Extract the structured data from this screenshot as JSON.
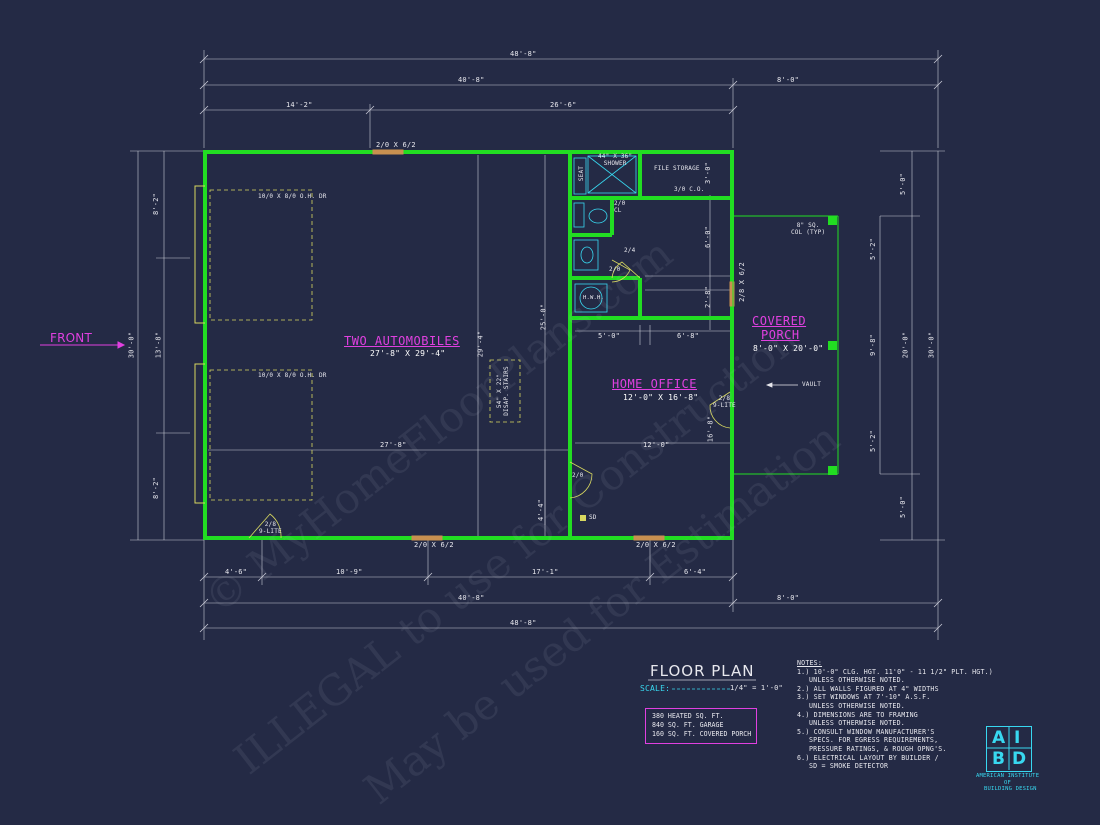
{
  "drawing": {
    "title": "FLOOR PLAN",
    "scale_label": "SCALE:",
    "scale_value": "1/4\" = 1'-0\"",
    "front_label": "FRONT"
  },
  "dims": {
    "top_overall": "48'-8\"",
    "top_main": "40'-8\"",
    "top_porch": "8'-0\"",
    "top_left": "14'-2\"",
    "top_right": "26'-6\"",
    "bot_a": "4'-6\"",
    "bot_b": "10'-9\"",
    "bot_c": "17'-1\"",
    "bot_d": "6'-4\"",
    "bot_main": "40'-8\"",
    "bot_porch": "8'-0\"",
    "bot_overall": "48'-8\"",
    "left_overall": "30'-0\"",
    "left_top": "8'-2\"",
    "left_mid": "13'-8\"",
    "left_bot": "8'-2\"",
    "right_overall": "30'-0\"",
    "right_mid": "20'-0\"",
    "right_top": "5'-0\"",
    "right_bot": "5'-0\"",
    "porch_a": "5'-2\"",
    "porch_b": "9'-8\"",
    "porch_c": "5'-2\"",
    "garage_width": "27'-8\"",
    "garage_depth_a": "29'-4\"",
    "garage_depth_b": "25'-0\"",
    "garage_low": "4'-4\"",
    "office_a": "5'-0\"",
    "office_b": "6'-8\"",
    "office_c": "12'-0\"",
    "office_v1": "6'-0\"",
    "office_v2": "2'-8\"",
    "office_v3": "16'-8\"",
    "storage_v": "3'-0\""
  },
  "labels": {
    "door_top": "2/0 X 6/2",
    "door_bot1": "2/0 X 6/2",
    "door_bot2": "2/0 X 6/2",
    "door_side": "2/8 X 6/2",
    "oh_door1": "10/0 X 8/0 O.H. DR",
    "oh_door2": "10/0 X 8/0 O.H. DR",
    "garage_door_lite": "2/8\n9-LITE",
    "office_door_lite": "2/8\n9-LITE",
    "shower": "44\" X 36\"\nSHOWER",
    "seat": "SEAT",
    "file_storage": "FILE STORAGE",
    "co": "3/0 C.O.",
    "cl_door": "2/0\nCL",
    "door_24": "2/4",
    "door_20a": "2/0",
    "door_20b": "2/0",
    "hwh": "H.W.H.",
    "col": "8\" SQ.\nCOL (TYP)",
    "vault": "VAULT",
    "stairs": "54\" X 22\"\nDISAP. STAIRS",
    "sd": "SD"
  },
  "rooms": {
    "garage": {
      "name": "TWO AUTOMOBILES",
      "size": "27'-8\" X 29'-4\""
    },
    "office": {
      "name": "HOME OFFICE",
      "size": "12'-0\" X 16'-8\""
    },
    "porch": {
      "name_1": "COVERED",
      "name_2": "PORCH",
      "size": "8'-0\" X 20'-0\""
    }
  },
  "area_box": [
    "380 HEATED SQ. FT.",
    "840 SQ. FT. GARAGE",
    "160 SQ. FT. COVERED PORCH"
  ],
  "notes_title": "NOTES:",
  "notes": [
    "1.) 10'-0\" CLG. HGT. 11'0\" - 11 1/2\" PLT. HGT.)",
    "UNLESS OTHERWISE NOTED.",
    "2.) ALL WALLS FIGURED AT 4\" WIDTHS",
    "3.) SET WINDOWS AT 7'-10\" A.S.F.",
    "UNLESS OTHERWISE NOTED.",
    "4.) DIMENSIONS ARE TO FRAMING",
    "UNLESS OTHERWISE NOTED.",
    "5.) CONSULT WINDOW MANUFACTURER'S",
    "SPECS. FOR EGRESS REQUIREMENTS,",
    "PRESSURE RATINGS, & ROUGH OPNG'S.",
    "6.) ELECTRICAL LAYOUT BY BUILDER /",
    "SD = SMOKE DETECTOR"
  ],
  "logo": {
    "letters": [
      "A",
      "I",
      "B",
      "D"
    ],
    "line1": "AMERICAN INSTITUTE",
    "line2": "OF",
    "line3": "BUILDING DESIGN"
  },
  "watermark": [
    "© MyHomeFloorPlans.com",
    "ILLEGAL to use for Construction",
    "May be used for Estimation"
  ],
  "colors": {
    "background": "#242a45",
    "walls": "#22dd22",
    "accent_magenta": "#e040e0",
    "accent_cyan": "#38d8f0",
    "dashed": "#d8d860"
  }
}
